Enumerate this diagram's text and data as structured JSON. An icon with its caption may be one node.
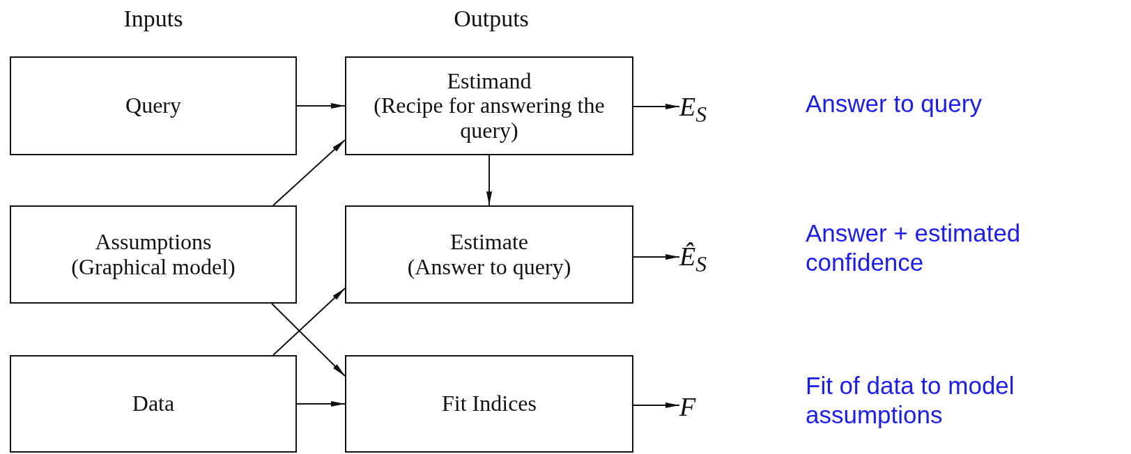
{
  "diagram": {
    "nodes": [
      {
        "text": [
          "Query"
        ]
      },
      {
        "text": [
          "Estimand",
          "(Recipe for answering the query)"
        ]
      },
      {
        "text": [
          "E$_{S}$"
        ]
      },
      {
        "text": [
          "Assumptions",
          "(Graphical model)"
        ]
      },
      {
        "text": [
          "Estimate",
          "(Answer to query)"
        ]
      },
      {
        "text": [
          "Ê$_{S}$"
        ]
      },
      {
        "text": [
          "Data"
        ]
      },
      {
        "text": [
          "Fit Indices"
        ]
      },
      {
        "text": [
          "F"
        ]
      }
    ],
    "edges": [
      {
        "from": 0,
        "to": 1,
        "arrow": "to"
      },
      {
        "from": 1,
        "to": 2,
        "arrow": "to"
      },
      {
        "from": 3,
        "to": 1,
        "arrow": "to"
      },
      {
        "from": 1,
        "to": 4,
        "arrow": "to"
      },
      {
        "from": 4,
        "to": 5,
        "arrow": "to"
      },
      {
        "from": 3,
        "to": 7,
        "arrow": "to"
      },
      {
        "from": 6,
        "to": 4,
        "arrow": "to"
      },
      {
        "from": 6,
        "to": 7,
        "arrow": "to"
      },
      {
        "from": 7,
        "to": 8,
        "arrow": "to"
      }
    ],
    "labels": [
      "Inputs",
      "Outputs",
      "Answer to query",
      "Answer + estimated confidence",
      "Fit of data to model assumptions"
    ]
  }
}
